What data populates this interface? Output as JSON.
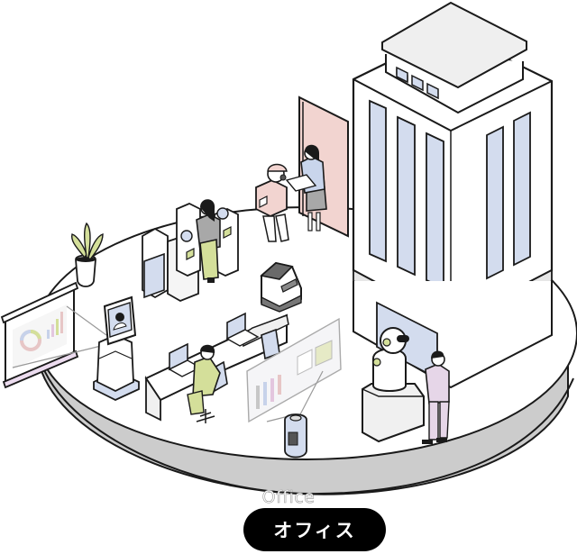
{
  "scene": {
    "title_en": "Office",
    "title_jp": "オフィス",
    "colors": {
      "outline": "#1a1a1a",
      "platform_top": "#ffffff",
      "platform_side": "#cccccc",
      "window_blue": "#d3dcee",
      "door_pink": "#f2d4d0",
      "plant_green": "#d4df9a",
      "skirt_green": "#d4df9a",
      "shirt_gray": "#a8a8a8",
      "lavender": "#e6d6e8",
      "dark_gray": "#6a6a6a",
      "pill_bg": "#000000",
      "pill_text": "#ffffff"
    },
    "elements": [
      {
        "id": "office-building",
        "label": "office-building"
      },
      {
        "id": "entrance-door",
        "label": "entrance-door"
      },
      {
        "id": "delivery-robot",
        "label": "delivery-robot"
      },
      {
        "id": "woman-receiving-package",
        "label": "woman-receiving-package"
      },
      {
        "id": "security-gates",
        "label": "security-gates"
      },
      {
        "id": "woman-at-gate",
        "label": "woman-at-gate"
      },
      {
        "id": "potted-plant",
        "label": "potted-plant"
      },
      {
        "id": "projection-screen",
        "label": "projection-screen"
      },
      {
        "id": "telepresence-robot",
        "label": "telepresence-robot"
      },
      {
        "id": "cleaning-robot",
        "label": "cleaning-robot"
      },
      {
        "id": "workstation-desks",
        "label": "workstation-desks"
      },
      {
        "id": "office-worker",
        "label": "office-worker"
      },
      {
        "id": "hologram-display",
        "label": "hologram-display"
      },
      {
        "id": "projector-robot",
        "label": "projector-robot"
      },
      {
        "id": "reception-robot",
        "label": "reception-robot"
      },
      {
        "id": "reception-counter",
        "label": "reception-counter"
      },
      {
        "id": "visitor",
        "label": "visitor"
      }
    ]
  }
}
